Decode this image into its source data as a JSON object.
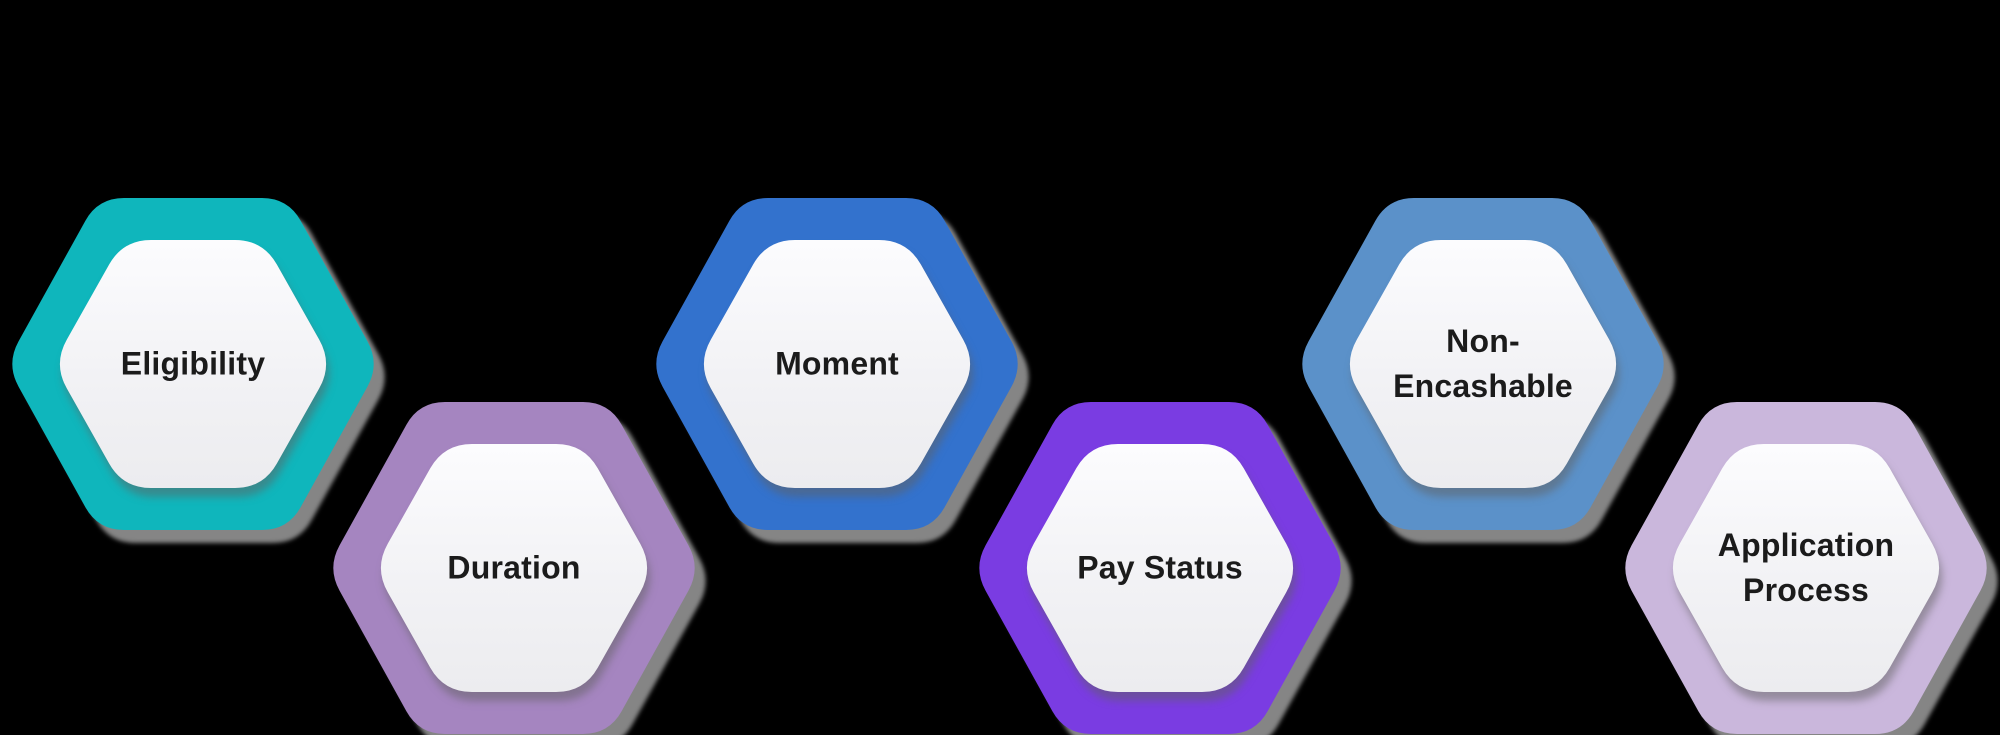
{
  "background": "#000000",
  "surface_color": "#F2F2F4",
  "surface_gradient_top": "#FCFCFE",
  "surface_gradient_bottom": "#ECECEF",
  "text_color": "#1B1B1B",
  "items": [
    {
      "label": "Eligibility",
      "color": "#0FB6BC"
    },
    {
      "label": "Duration",
      "color": "#A585C0"
    },
    {
      "label": "Moment",
      "color": "#3372CD"
    },
    {
      "label": "Pay Status",
      "color": "#7A3CE2"
    },
    {
      "label": "Non-Encashable",
      "color": "#5B91C9"
    },
    {
      "label": "Application Process",
      "color": "#CAB7DC"
    }
  ]
}
